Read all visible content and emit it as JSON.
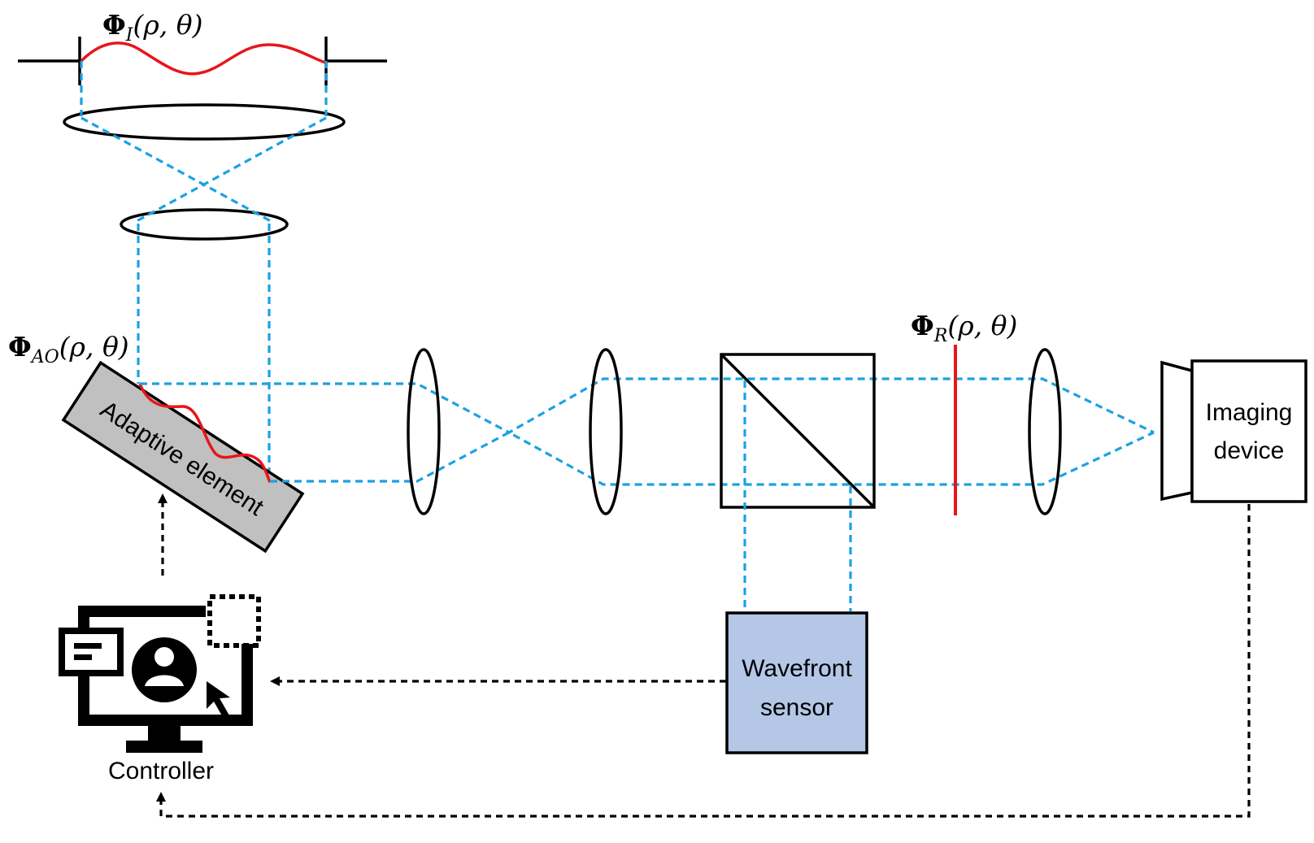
{
  "diagram": {
    "labels": {
      "phi_symbol": "Φ",
      "phi_i_sub": "I",
      "phi_ao_sub": "AO",
      "phi_r_sub": "R",
      "phase_args": "(ρ, θ)",
      "adaptive_element": "Adaptive element",
      "imaging_device_line1": "Imaging",
      "imaging_device_line2": "device",
      "wavefront_sensor_line1": "Wavefront",
      "wavefront_sensor_line2": "sensor",
      "controller": "Controller"
    },
    "icons": {
      "controller": "computer-monitor-user-icon",
      "cursor": "mouse-pointer-icon"
    },
    "colors": {
      "beam": "#1BA1E2",
      "phase": "#E8151B",
      "wavefront_sensor_fill": "#B4C7E7",
      "adaptive_element_fill": "#C0C0C0",
      "outline": "#000000"
    }
  }
}
